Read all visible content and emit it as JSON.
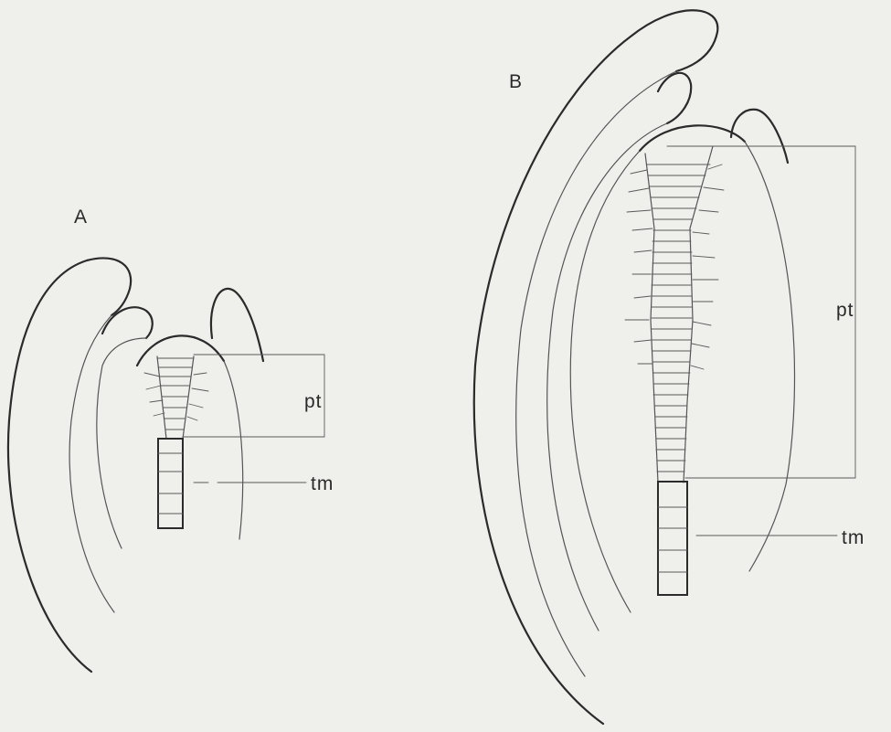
{
  "panel_a": {
    "label": "A",
    "pt_label": "pt",
    "tm_label": "tm"
  },
  "panel_b": {
    "label": "B",
    "pt_label": "pt",
    "tm_label": "tm"
  }
}
